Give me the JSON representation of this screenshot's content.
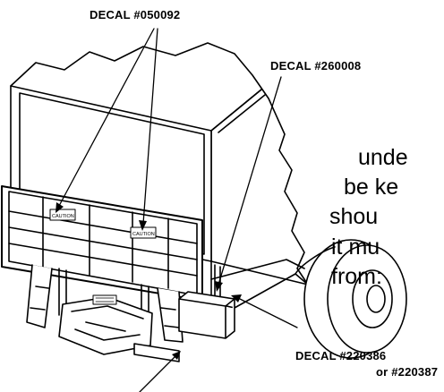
{
  "callouts": {
    "decal_top_left": "DECAL #050092",
    "decal_top_right": "DECAL #260008",
    "decal_bottom_right_line1": "DECAL #220386",
    "decal_bottom_right_line2": "or #220387"
  },
  "plate_labels": {
    "caution_left": "CAUTION",
    "caution_right": "CAUTION"
  },
  "side_text": [
    "unde",
    "be ke",
    "shou",
    "it mu",
    "from:"
  ]
}
